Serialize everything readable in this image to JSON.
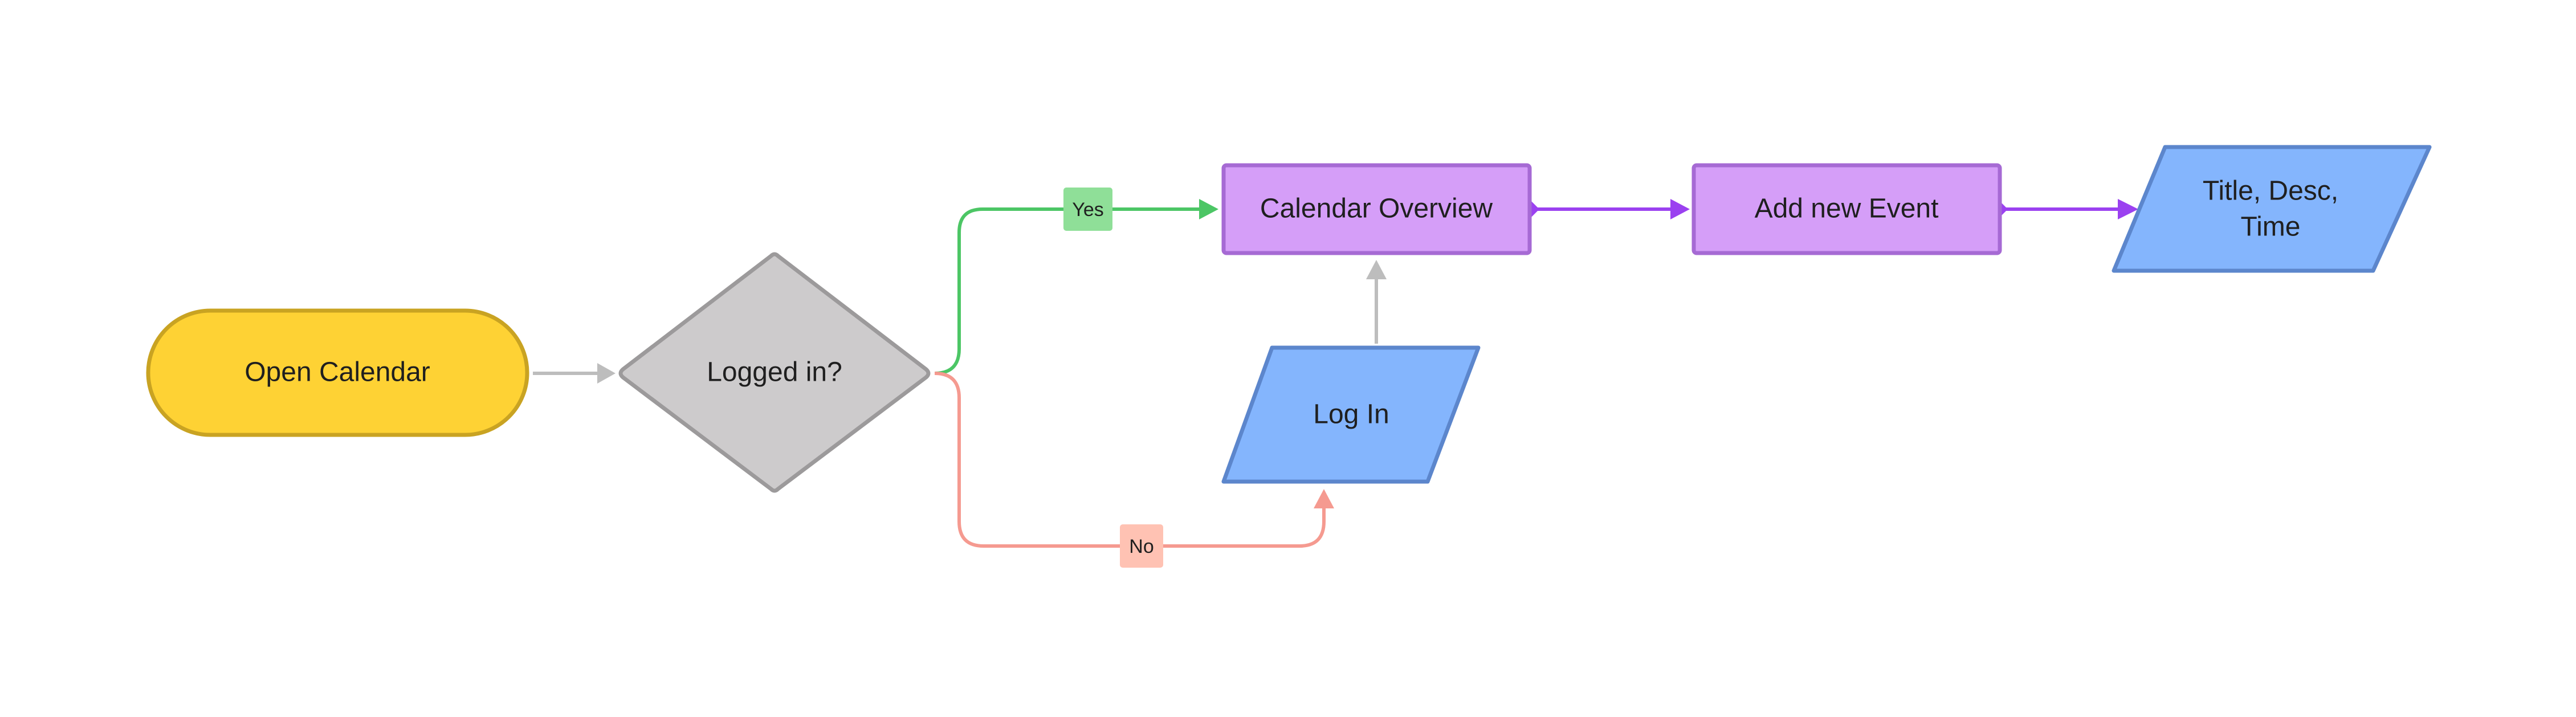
{
  "colors": {
    "background": "#ffffff",
    "start_fill": "#fed234",
    "start_stroke": "#c9a322",
    "decision_fill": "#cdcbcc",
    "decision_stroke": "#9c9a9b",
    "process_fill": "#d59ef8",
    "process_stroke": "#a66ad4",
    "io_fill": "#84b5fd",
    "io_stroke": "#5c86cc",
    "edge_gray": "#bdbdbd",
    "edge_yes": "#4cc665",
    "edge_no": "#f59a90",
    "edge_purple": "#9b41f0",
    "yes_badge": "#8fdf98",
    "no_badge": "#ffc2b3"
  },
  "nodes": {
    "open_calendar": {
      "label": "Open Calendar",
      "shape": "terminator"
    },
    "logged_in": {
      "label": "Logged in?",
      "shape": "decision"
    },
    "calendar_overview": {
      "label": "Calendar Overview",
      "shape": "process"
    },
    "log_in": {
      "label": "Log In",
      "shape": "input-output"
    },
    "add_new_event": {
      "label": "Add new Event",
      "shape": "process"
    },
    "title_desc_time": {
      "label_line1": "Title, Desc,",
      "label_line2": "Time",
      "shape": "input-output"
    }
  },
  "edges": {
    "yes_label": "Yes",
    "no_label": "No"
  }
}
